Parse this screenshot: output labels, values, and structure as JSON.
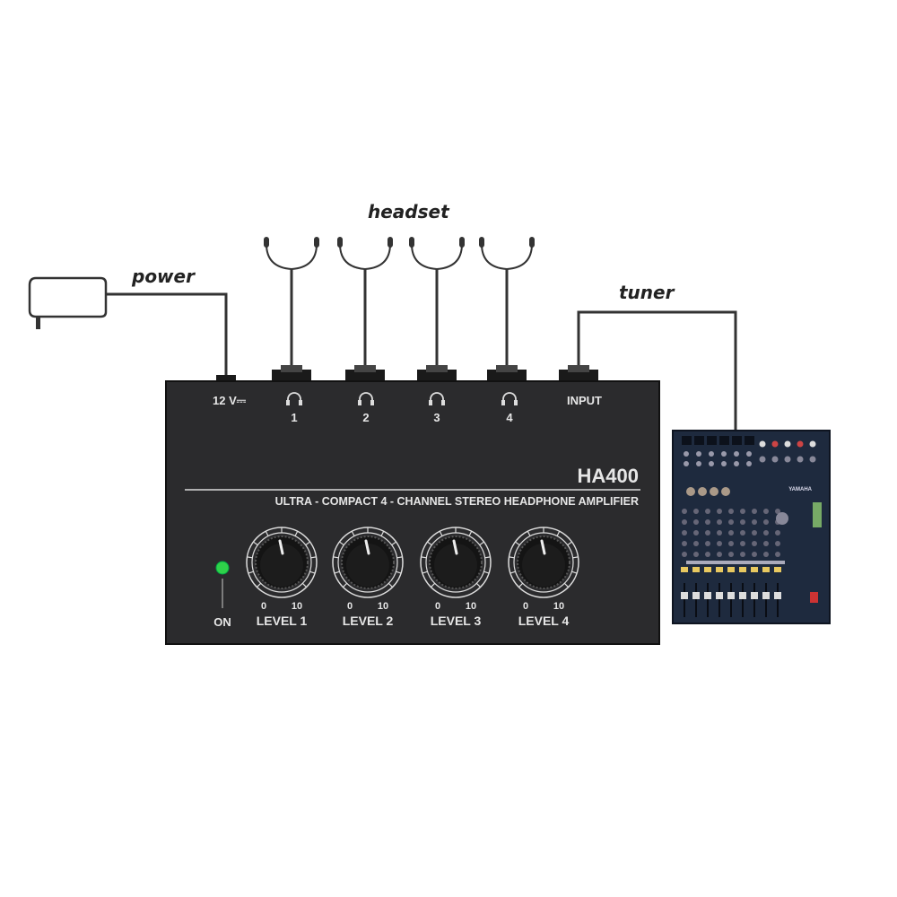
{
  "labels": {
    "headset": "headset",
    "power": "power",
    "tuner": "tuner"
  },
  "amplifier": {
    "model": "HA400",
    "description": "ULTRA - COMPACT 4 - CHANNEL STEREO HEADPHONE AMPLIFIER",
    "power_jack": "12 V⎓",
    "input_jack": "INPUT",
    "outputs": [
      "1",
      "2",
      "3",
      "4"
    ],
    "power_led_label": "ON",
    "led_color": "#2fd24a",
    "body_color": "#2b2b2d",
    "knobs": [
      {
        "label": "LEVEL 1",
        "min": "0",
        "max": "10"
      },
      {
        "label": "LEVEL 2",
        "min": "0",
        "max": "10"
      },
      {
        "label": "LEVEL 3",
        "min": "0",
        "max": "10"
      },
      {
        "label": "LEVEL 4",
        "min": "0",
        "max": "10"
      }
    ]
  },
  "mixer": {
    "brand": "YAMAHA",
    "color": "#1e2a3e"
  }
}
